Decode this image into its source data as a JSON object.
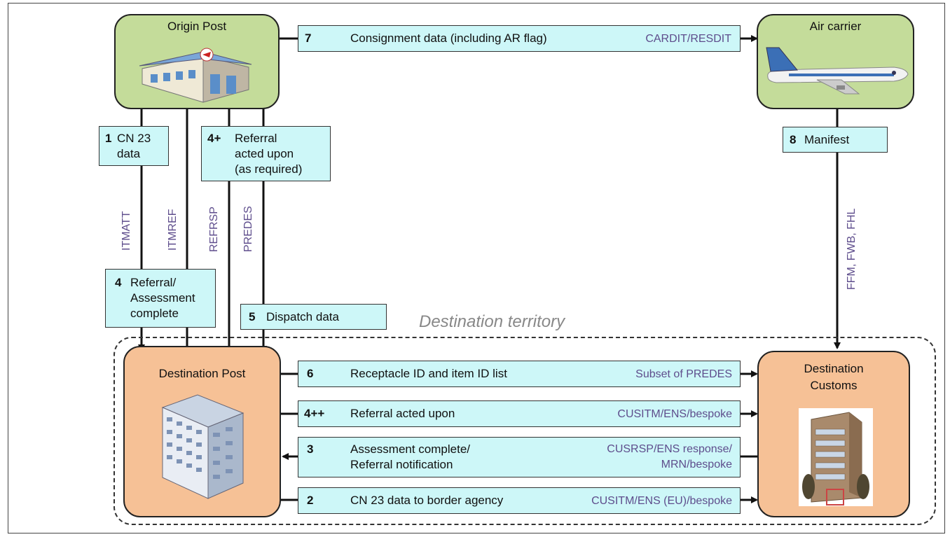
{
  "nodes": {
    "origin_post": "Origin Post",
    "air_carrier": "Air carrier",
    "destination_post": "Destination Post",
    "destination_customs": "Destination\nCustoms"
  },
  "territory_label": "Destination territory",
  "steps": {
    "s1": {
      "num": "1",
      "text": "CN 23\ndata"
    },
    "s4plus": {
      "num": "4+",
      "text": "Referral\nacted upon\n(as required)"
    },
    "s4": {
      "num": "4",
      "text": "Referral/\nAssessment\ncomplete"
    },
    "s5": {
      "num": "5",
      "text": "Dispatch data"
    },
    "s7": {
      "num": "7",
      "text": "Consignment data (including AR flag)",
      "code": "CARDIT/RESDIT"
    },
    "s8": {
      "num": "8",
      "text": "Manifest"
    },
    "s6": {
      "num": "6",
      "text": "Receptacle ID and item ID list",
      "code": "Subset of PREDES"
    },
    "s4pp": {
      "num": "4++",
      "text": "Referral acted upon",
      "code": "CUSITM/ENS/bespoke"
    },
    "s3": {
      "num": "3",
      "text": "Assessment complete/\nReferral notification",
      "code": "CUSRSP/ENS response/\nMRN/bespoke"
    },
    "s2": {
      "num": "2",
      "text": "CN 23 data to border agency",
      "code": "CUSITM/ENS (EU)/bespoke"
    }
  },
  "vertical_codes": {
    "itmatt": "ITMATT",
    "itmref": "ITMREF",
    "refrsp": "REFRSP",
    "predes": "PREDES",
    "manifest_codes": "FFM, FWB, FHL"
  }
}
